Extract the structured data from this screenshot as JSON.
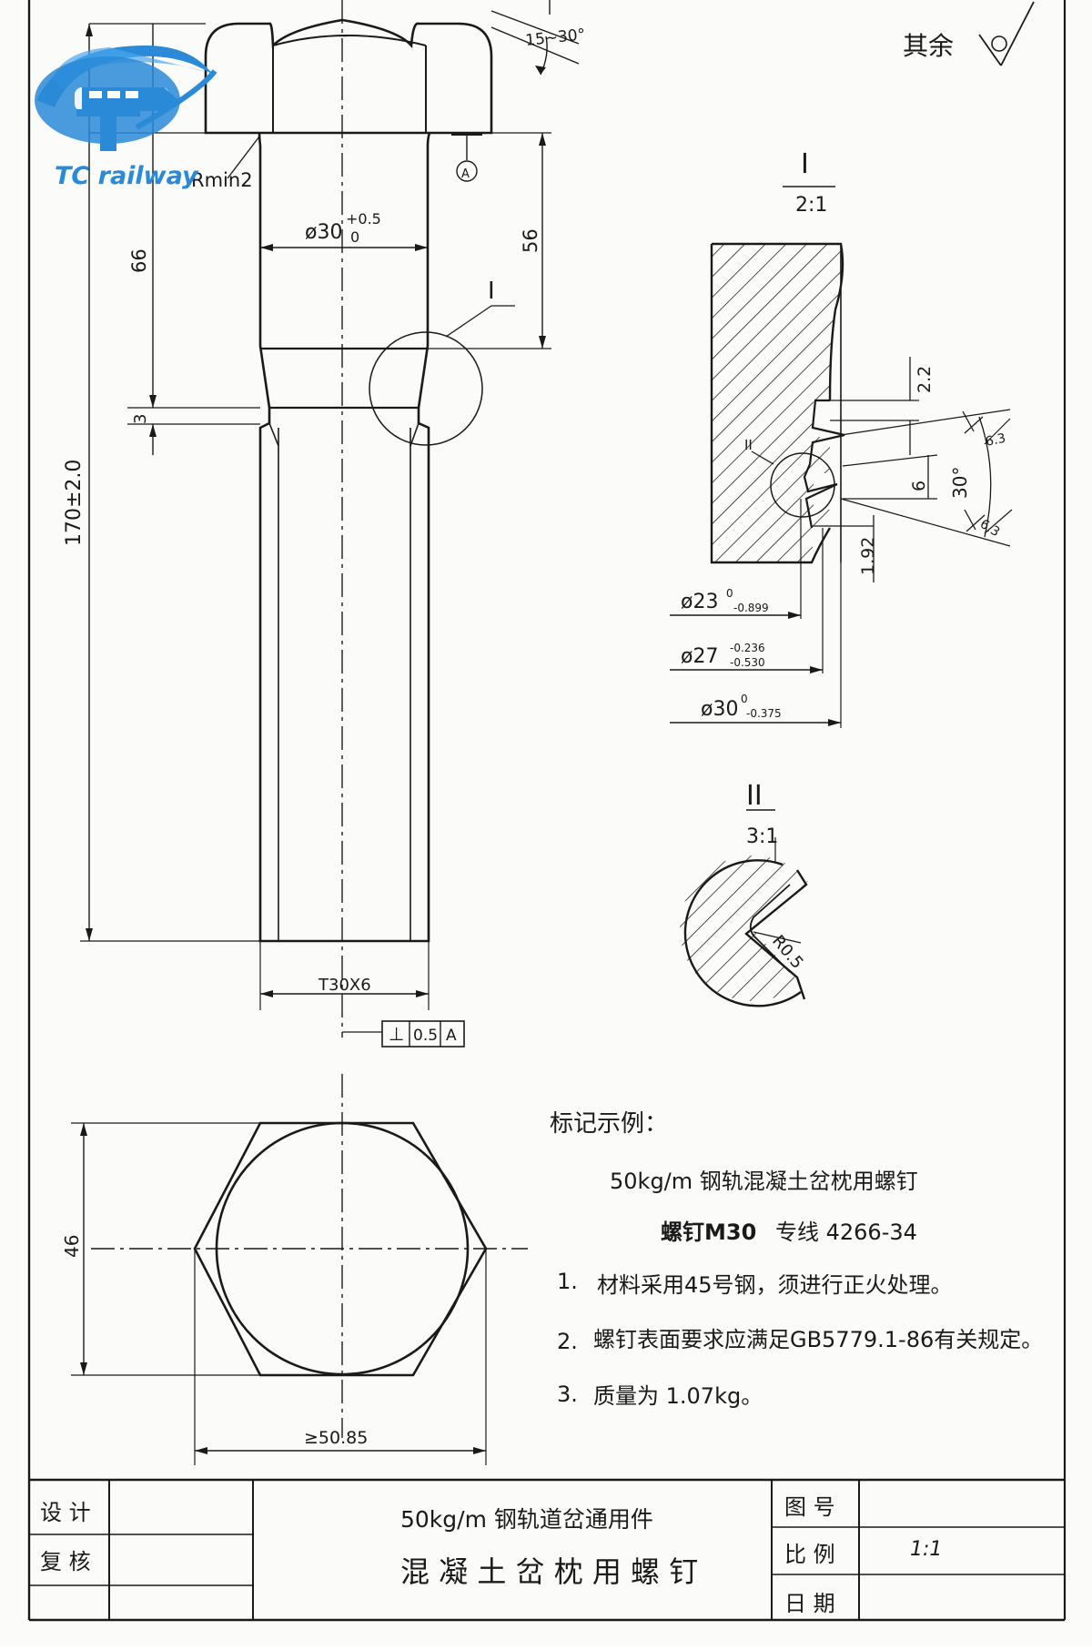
{
  "logo": {
    "text": "TC railway",
    "accent": "#2a8ad8",
    "icon": "train-logo-icon"
  },
  "roughness": {
    "label": "其余",
    "symbol_icon": "surface-roughness-icon"
  },
  "drawing": {
    "chamfer_angle": "15~30°",
    "fillet": "Rmin2",
    "datum": "A",
    "dia_main": "ø30",
    "dia_main_tol_upper": "+0.5",
    "dia_main_tol_lower": "0",
    "dim_56": "56",
    "dim_66": "66",
    "dim_3": "3",
    "total_length": "170±2.0",
    "detail_callout": "I",
    "thread": "T30X6",
    "perp_symbol": "⊥",
    "perp_tol": "0.5",
    "perp_datum": "A",
    "hex_height": "46",
    "across_corners": "≥50.85"
  },
  "detail_I": {
    "label": "I",
    "scale": "2:1",
    "dim_2_2": "2.2",
    "dim_6": "6",
    "dim_1_92": "1.92",
    "angle_30": "30°",
    "roughness_upper": "6.3",
    "roughness_lower": "6.3",
    "sub_callout": "II",
    "dia_23": "ø23",
    "dia_23_upper": "0",
    "dia_23_lower": "-0.899",
    "dia_27": "ø27",
    "dia_27_upper": "-0.236",
    "dia_27_lower": "-0.530",
    "dia_30": "ø30",
    "dia_30_upper": "0",
    "dia_30_lower": "-0.375"
  },
  "detail_II": {
    "label": "II",
    "scale": "3:1",
    "radius": "R0.5"
  },
  "notes": {
    "title": "标记示例：",
    "line1": "50kg/m 钢轨混凝土岔枕用螺钉",
    "line2a": "螺钉M30",
    "line2b": "专线 4266-34",
    "item1_num": "1.",
    "item1": "材料采用45号钢，须进行正火处理。",
    "item2_num": "2.",
    "item2": "螺钉表面要求应满足GB5779.1-86有关规定。",
    "item3_num": "3.",
    "item3": "质量为 1.07kg。"
  },
  "title_block": {
    "design_label": "设 计",
    "review_label": "复 核",
    "main_title_line1": "50kg/m 钢轨道岔通用件",
    "main_title_line2": "混 凝 土 岔 枕 用 螺 钉",
    "drawing_no_label": "图 号",
    "drawing_no_value": "",
    "scale_label": "比 例",
    "scale_value": "1:1",
    "date_label": "日 期",
    "date_value": ""
  }
}
